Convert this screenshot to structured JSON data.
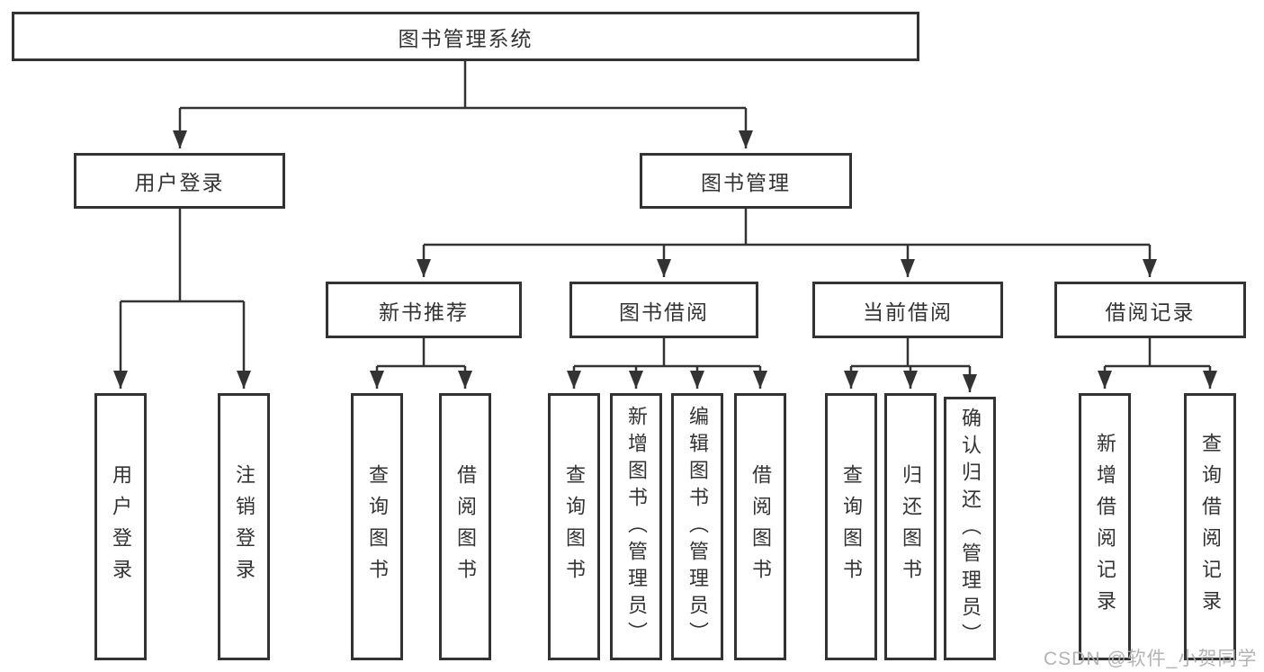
{
  "colors": {
    "line": "#333333",
    "text": "#333333",
    "background": "#ffffff",
    "watermark": "#acacac"
  },
  "tree": {
    "root": {
      "label": "图书管理系统"
    },
    "children": [
      {
        "label": "用户登录",
        "children": [
          {
            "label": "用户登录"
          },
          {
            "label": "注销登录"
          }
        ]
      },
      {
        "label": "图书管理",
        "children": [
          {
            "label": "新书推荐",
            "children": [
              {
                "label": "查询图书"
              },
              {
                "label": "借阅图书"
              }
            ]
          },
          {
            "label": "图书借阅",
            "children": [
              {
                "label": "查询图书"
              },
              {
                "label": "新增图书（管理员）"
              },
              {
                "label": "编辑图书（管理员）"
              },
              {
                "label": "借阅图书"
              }
            ]
          },
          {
            "label": "当前借阅",
            "children": [
              {
                "label": "查询图书"
              },
              {
                "label": "归还图书"
              },
              {
                "label": "确认归还（管理员）"
              }
            ]
          },
          {
            "label": "借阅记录",
            "children": [
              {
                "label": "新增借阅记录"
              },
              {
                "label": "查询借阅记录"
              }
            ]
          }
        ]
      }
    ]
  },
  "watermark": {
    "text": "CSDN @软件_小贺同学"
  }
}
